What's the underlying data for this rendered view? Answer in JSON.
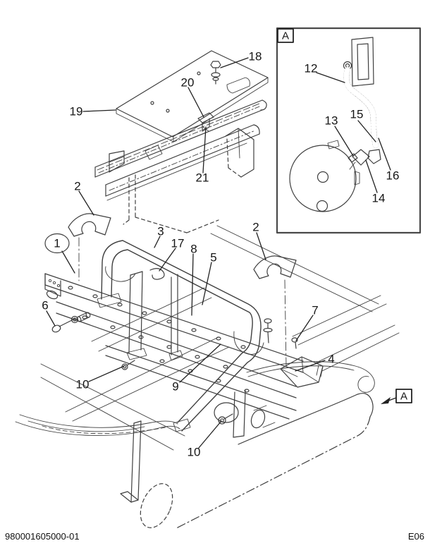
{
  "page": {
    "background_color": "#ffffff",
    "footer": {
      "doc_number": "980001605000-01",
      "page_code": "E06"
    }
  },
  "diagram": {
    "kind": "exploded-parts-diagram",
    "line_color": "#3f3f3f",
    "highlight": {
      "label": "1",
      "color": "#2fae2f"
    },
    "callouts": [
      {
        "label": "18"
      },
      {
        "label": "20"
      },
      {
        "label": "19"
      },
      {
        "label": "21"
      },
      {
        "label": "2"
      },
      {
        "label": "1"
      },
      {
        "label": "3"
      },
      {
        "label": "17"
      },
      {
        "label": "8"
      },
      {
        "label": "5"
      },
      {
        "label": "2"
      },
      {
        "label": "6"
      },
      {
        "label": "7"
      },
      {
        "label": "4"
      },
      {
        "label": "9"
      },
      {
        "label": "10"
      },
      {
        "label": "10"
      }
    ],
    "detail_view": {
      "frame_label": "A",
      "callouts": [
        {
          "label": "12"
        },
        {
          "label": "13"
        },
        {
          "label": "15"
        },
        {
          "label": "16"
        },
        {
          "label": "14"
        }
      ]
    },
    "detail_reference": {
      "label": "A"
    }
  }
}
